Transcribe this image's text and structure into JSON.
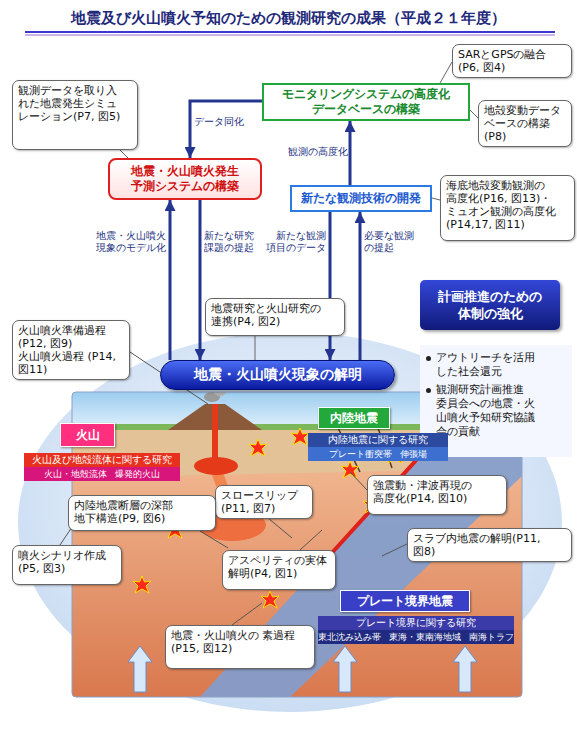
{
  "diagram": {
    "title": "地震及び火山噴火予知のための観測研究の成果（平成２１年度）",
    "nodes": [
      {
        "text": [
          "SARとGPSの融合 (P6, 図4)"
        ]
      },
      {
        "text": [
          "観測データを取り入 れた地震発生シミュ レーション(P7, 図5)"
        ]
      },
      {
        "text": [
          "モニタリングシステムの高度化 データベースの構築"
        ]
      },
      {
        "text": [
          "地殻変動データ ベースの構築 (P8)"
        ]
      },
      {
        "text": [
          "地震・火山噴火発生 予測システムの構築"
        ]
      },
      {
        "text": [
          "海底地殻変動観測の 高度化(P16, 図13)・ ミュオン観測の高度化 (P14,17, 図11)"
        ]
      },
      {
        "text": [
          "新たな観測技術の開発"
        ]
      },
      {
        "text": [
          "計画推進のための 体制の強化"
        ]
      },
      {
        "text": [
          "地震研究と火山研究の 連携(P4, 図2)"
        ]
      },
      {
        "text": [
          "火山噴火準備過程 (P12, 図9)",
          "火山噴火過程 (P14, 図11)"
        ]
      },
      {
        "text": [
          "アウトリーチを活用 した社会還元",
          "観測研究計画推進 委員会への地震・火 山噴火予知研究協議 会の貢献"
        ]
      },
      {
        "text": [
          "地震・火山噴火現象の解明"
        ]
      },
      {
        "text": [
          "内陸地震"
        ]
      },
      {
        "text": [
          "内陸地震に関する研究",
          "プレート衝突帯",
          "伸張場"
        ]
      },
      {
        "text": [
          "火山"
        ]
      },
      {
        "text": [
          "火山及び地殻流体に関する研究",
          "火山・地殻流体",
          "爆発的火山"
        ]
      },
      {
        "text": [
          "強震動・津波再現の 高度化(P14, 図10)"
        ]
      },
      {
        "text": [
          "スロースリップ (P11, 図7)"
        ]
      },
      {
        "text": [
          "内陸地震断層の深部 地下構造(P9, 図6)"
        ]
      },
      {
        "text": [
          "スラブ内地震の解明(P11, 図8)"
        ]
      },
      {
        "text": [
          "噴火シナリオ作成 (P5, 図3)"
        ]
      },
      {
        "text": [
          "アスペリティの実体 解明(P4, 図1)"
        ]
      },
      {
        "text": [
          "プレート境界地震"
        ]
      },
      {
        "text": [
          "プレート境界に関する研究",
          "東北沈み込み帯",
          "東海・東南海地域",
          "南海トラフ"
        ]
      },
      {
        "text": [
          "地震・火山噴火の 素過程(P15, 図12)"
        ]
      }
    ],
    "edges": [
      {
        "from": 2,
        "to": 4,
        "arrow": "to",
        "label": "データ同化"
      },
      {
        "from": 6,
        "to": 2,
        "arrow": "to",
        "label": "観測の高度化"
      },
      {
        "from": 11,
        "to": 4,
        "arrow": "to",
        "label": "地震・火山噴火 現象のモデル化"
      },
      {
        "from": 4,
        "to": 11,
        "arrow": "to",
        "label": "新たな研究 課題の提起"
      },
      {
        "from": 6,
        "to": 11,
        "arrow": "to",
        "label": "新たな観測 項目のデータ"
      },
      {
        "from": 11,
        "to": 6,
        "arrow": "to",
        "label": "必要な観測 の提起"
      },
      {
        "from": 1,
        "to": 4,
        "arrow": "none"
      },
      {
        "from": 0,
        "to": 2,
        "arrow": "none"
      },
      {
        "from": 3,
        "to": 2,
        "arrow": "none"
      },
      {
        "from": 5,
        "to": 6,
        "arrow": "none"
      },
      {
        "from": 8,
        "to": 11,
        "arrow": "none"
      }
    ]
  }
}
